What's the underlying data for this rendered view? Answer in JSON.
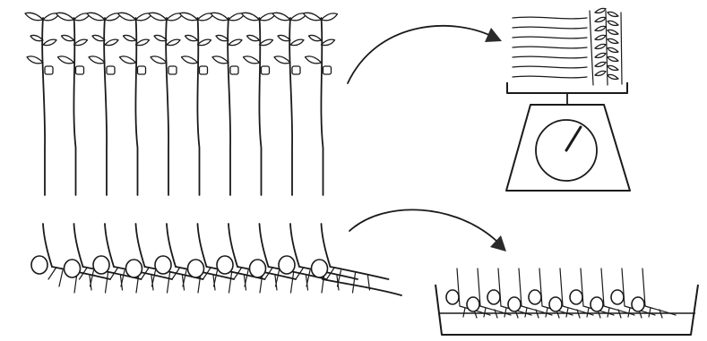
{
  "figure": {
    "colors": {
      "ink": "#1a1a1a",
      "background": "#ffffff",
      "arrow": "#2a2a2a"
    },
    "icons": {
      "shoot_row": "seedling-shoots-icon",
      "root_row": "root-nodules-icon",
      "weighing_scale": "weighing-scale-icon",
      "root_tray": "root-tray-icon",
      "arrow": "curved-arrow-icon"
    },
    "shoot_count": 10,
    "root_count": 10,
    "tray_root_count": 10
  }
}
